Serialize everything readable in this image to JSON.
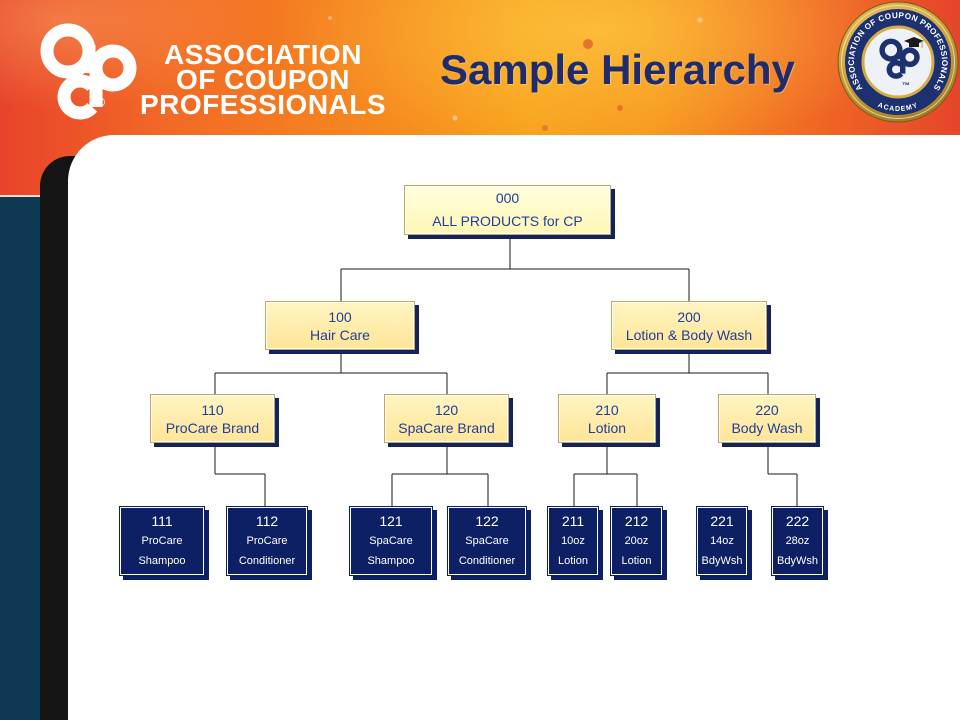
{
  "header": {
    "organization": {
      "line_1": "ASSOCIATION",
      "line_2": "OF COUPON",
      "line_3": "PROFESSIONALS"
    },
    "logo_mark": {
      "registered": "®"
    },
    "title": "Sample Hierarchy",
    "seal": {
      "ring_text": "ASSOCIATION OF COUPON PROFESSIONALS",
      "bottom_text": "ACADEMY",
      "trademark": "™"
    }
  },
  "hierarchy": {
    "root": {
      "code": "000",
      "label": "ALL PRODUCTS for CP"
    },
    "categories": [
      {
        "code": "100",
        "label": "Hair Care",
        "brands": [
          {
            "code": "110",
            "label": "ProCare Brand",
            "products": [
              {
                "code": "111",
                "line_1": "ProCare",
                "line_2": "Shampoo"
              },
              {
                "code": "112",
                "line_1": "ProCare",
                "line_2": "Conditioner"
              }
            ]
          },
          {
            "code": "120",
            "label": "SpaCare Brand",
            "products": [
              {
                "code": "121",
                "line_1": "SpaCare",
                "line_2": "Shampoo"
              },
              {
                "code": "122",
                "line_1": "SpaCare",
                "line_2": "Conditioner"
              }
            ]
          }
        ]
      },
      {
        "code": "200",
        "label": "Lotion & Body Wash",
        "brands": [
          {
            "code": "210",
            "label": "Lotion",
            "products": [
              {
                "code": "211",
                "line_1": "10oz",
                "line_2": "Lotion"
              },
              {
                "code": "212",
                "line_1": "20oz",
                "line_2": "Lotion"
              }
            ]
          },
          {
            "code": "220",
            "label": "Body Wash",
            "products": [
              {
                "code": "221",
                "line_1": "14oz",
                "line_2": "BdyWsh"
              },
              {
                "code": "222",
                "line_1": "28oz",
                "line_2": "BdyWsh"
              }
            ]
          }
        ]
      }
    ]
  },
  "colors": {
    "header_red": "#e8432b",
    "header_orange": "#f8a01b",
    "title": "#1e2c6e",
    "node_fill": "#ffe597",
    "node_text": "#1f3d99",
    "node_shadow": "#13235f",
    "leaf_fill": "#0c2063",
    "leaf_text": "#ffffff",
    "sidebar_teal": "#0d3a52",
    "seal_gold": "#d4ac45",
    "seal_navy": "#1d3170"
  },
  "icons": {
    "logo": "acp-logo-icon",
    "seal": "acp-academy-seal-icon",
    "graduation_cap": "graduation-cap-icon"
  }
}
